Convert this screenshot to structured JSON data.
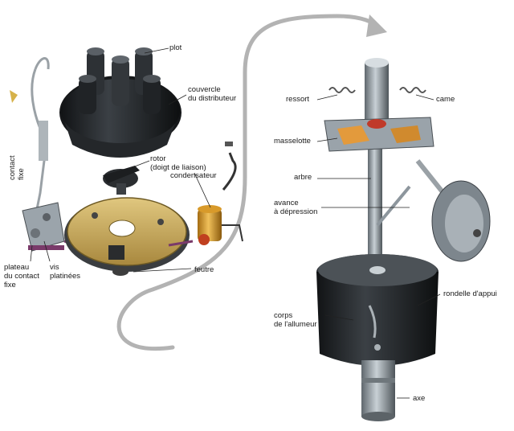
{
  "labels": {
    "plot": "plot",
    "couvercle": "couvercle\ndu distributeur",
    "contact_fixe": "contact\nfixe",
    "rotor": "rotor\n(doigt de liaison)",
    "condensateur": "condensateur",
    "feutre": "feutre",
    "plateau": "plateau\ndu contact\nfixe",
    "vis": "vis\nplatinées",
    "ressort": "ressort",
    "came": "came",
    "masselotte": "masselotte",
    "arbre": "arbre",
    "avance": "avance\nà dépression",
    "rondelle": "rondelle d'appui",
    "corps": "corps\nde l'allumeur",
    "axe": "axe"
  },
  "colors": {
    "cap": "#1b1d1f",
    "metal": "#8d969d",
    "plate": "#c9ad63",
    "arrow": "#b3b3b3",
    "leader": "#222222"
  }
}
